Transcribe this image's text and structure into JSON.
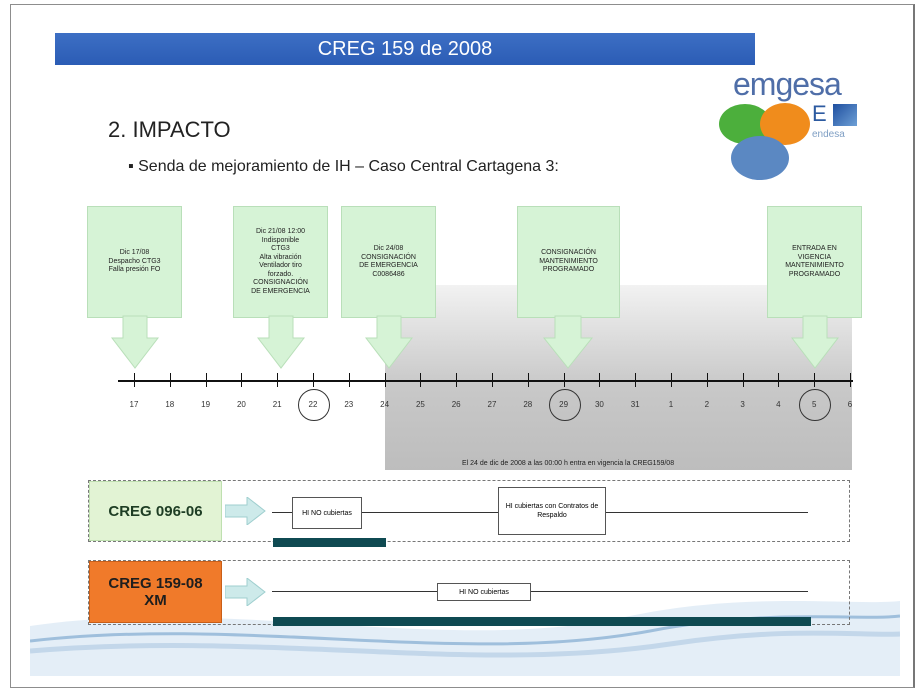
{
  "header": {
    "title": "CREG 159 de 2008"
  },
  "logo": {
    "brand": "emgesa",
    "sub_brand": "endesa"
  },
  "section": {
    "heading": "2. IMPACTO",
    "bullet": "▪ Senda de mejoramiento de IH – Caso Central Cartagena 3:"
  },
  "events": [
    {
      "text": "Dic 17/08\nDespacho CTG3\nFalla presión FO"
    },
    {
      "text": "Dic 21/08 12:00\nIndisponible\nCTG3\nAlta vibración\nVentilador tiro\nforzado.\nCONSIGNACIÓN\nDE EMERGENCIA"
    },
    {
      "text": "Dic 24/08\nCONSIGNACIÓN\nDE EMERGENCIA\nC0086486"
    },
    {
      "text": "CONSIGNACIÓN\nMANTENIMIENTO\nPROGRAMADO"
    },
    {
      "text": "ENTRADA EN\nVIGENCIA\nMANTENIMIENTO\nPROGRAMADO"
    }
  ],
  "timeline": {
    "labels": [
      "17",
      "18",
      "19",
      "20",
      "21",
      "22",
      "23",
      "24",
      "25",
      "26",
      "27",
      "28",
      "29",
      "30",
      "31",
      "1",
      "2",
      "3",
      "4",
      "5",
      "6"
    ],
    "circled": [
      "22",
      "29",
      "5"
    ]
  },
  "note": "El 24 de dic de 2008 a las 00:00 h entra en vigencia la CREG159/08",
  "rows": [
    {
      "label": "CREG 096-06",
      "box1": "HI NO cubiertas",
      "box2": "HI cubiertas con Contratos de Respaldo"
    },
    {
      "label": "CREG 159-08\nXM",
      "box1": "HI NO cubiertas"
    }
  ],
  "colors": {
    "title_bar": "#2b5cb5",
    "event_box": "#d6f3d6",
    "row1_label": "#e2f3d4",
    "row2_label": "#f07a2a",
    "bar": "#0f4a52"
  }
}
